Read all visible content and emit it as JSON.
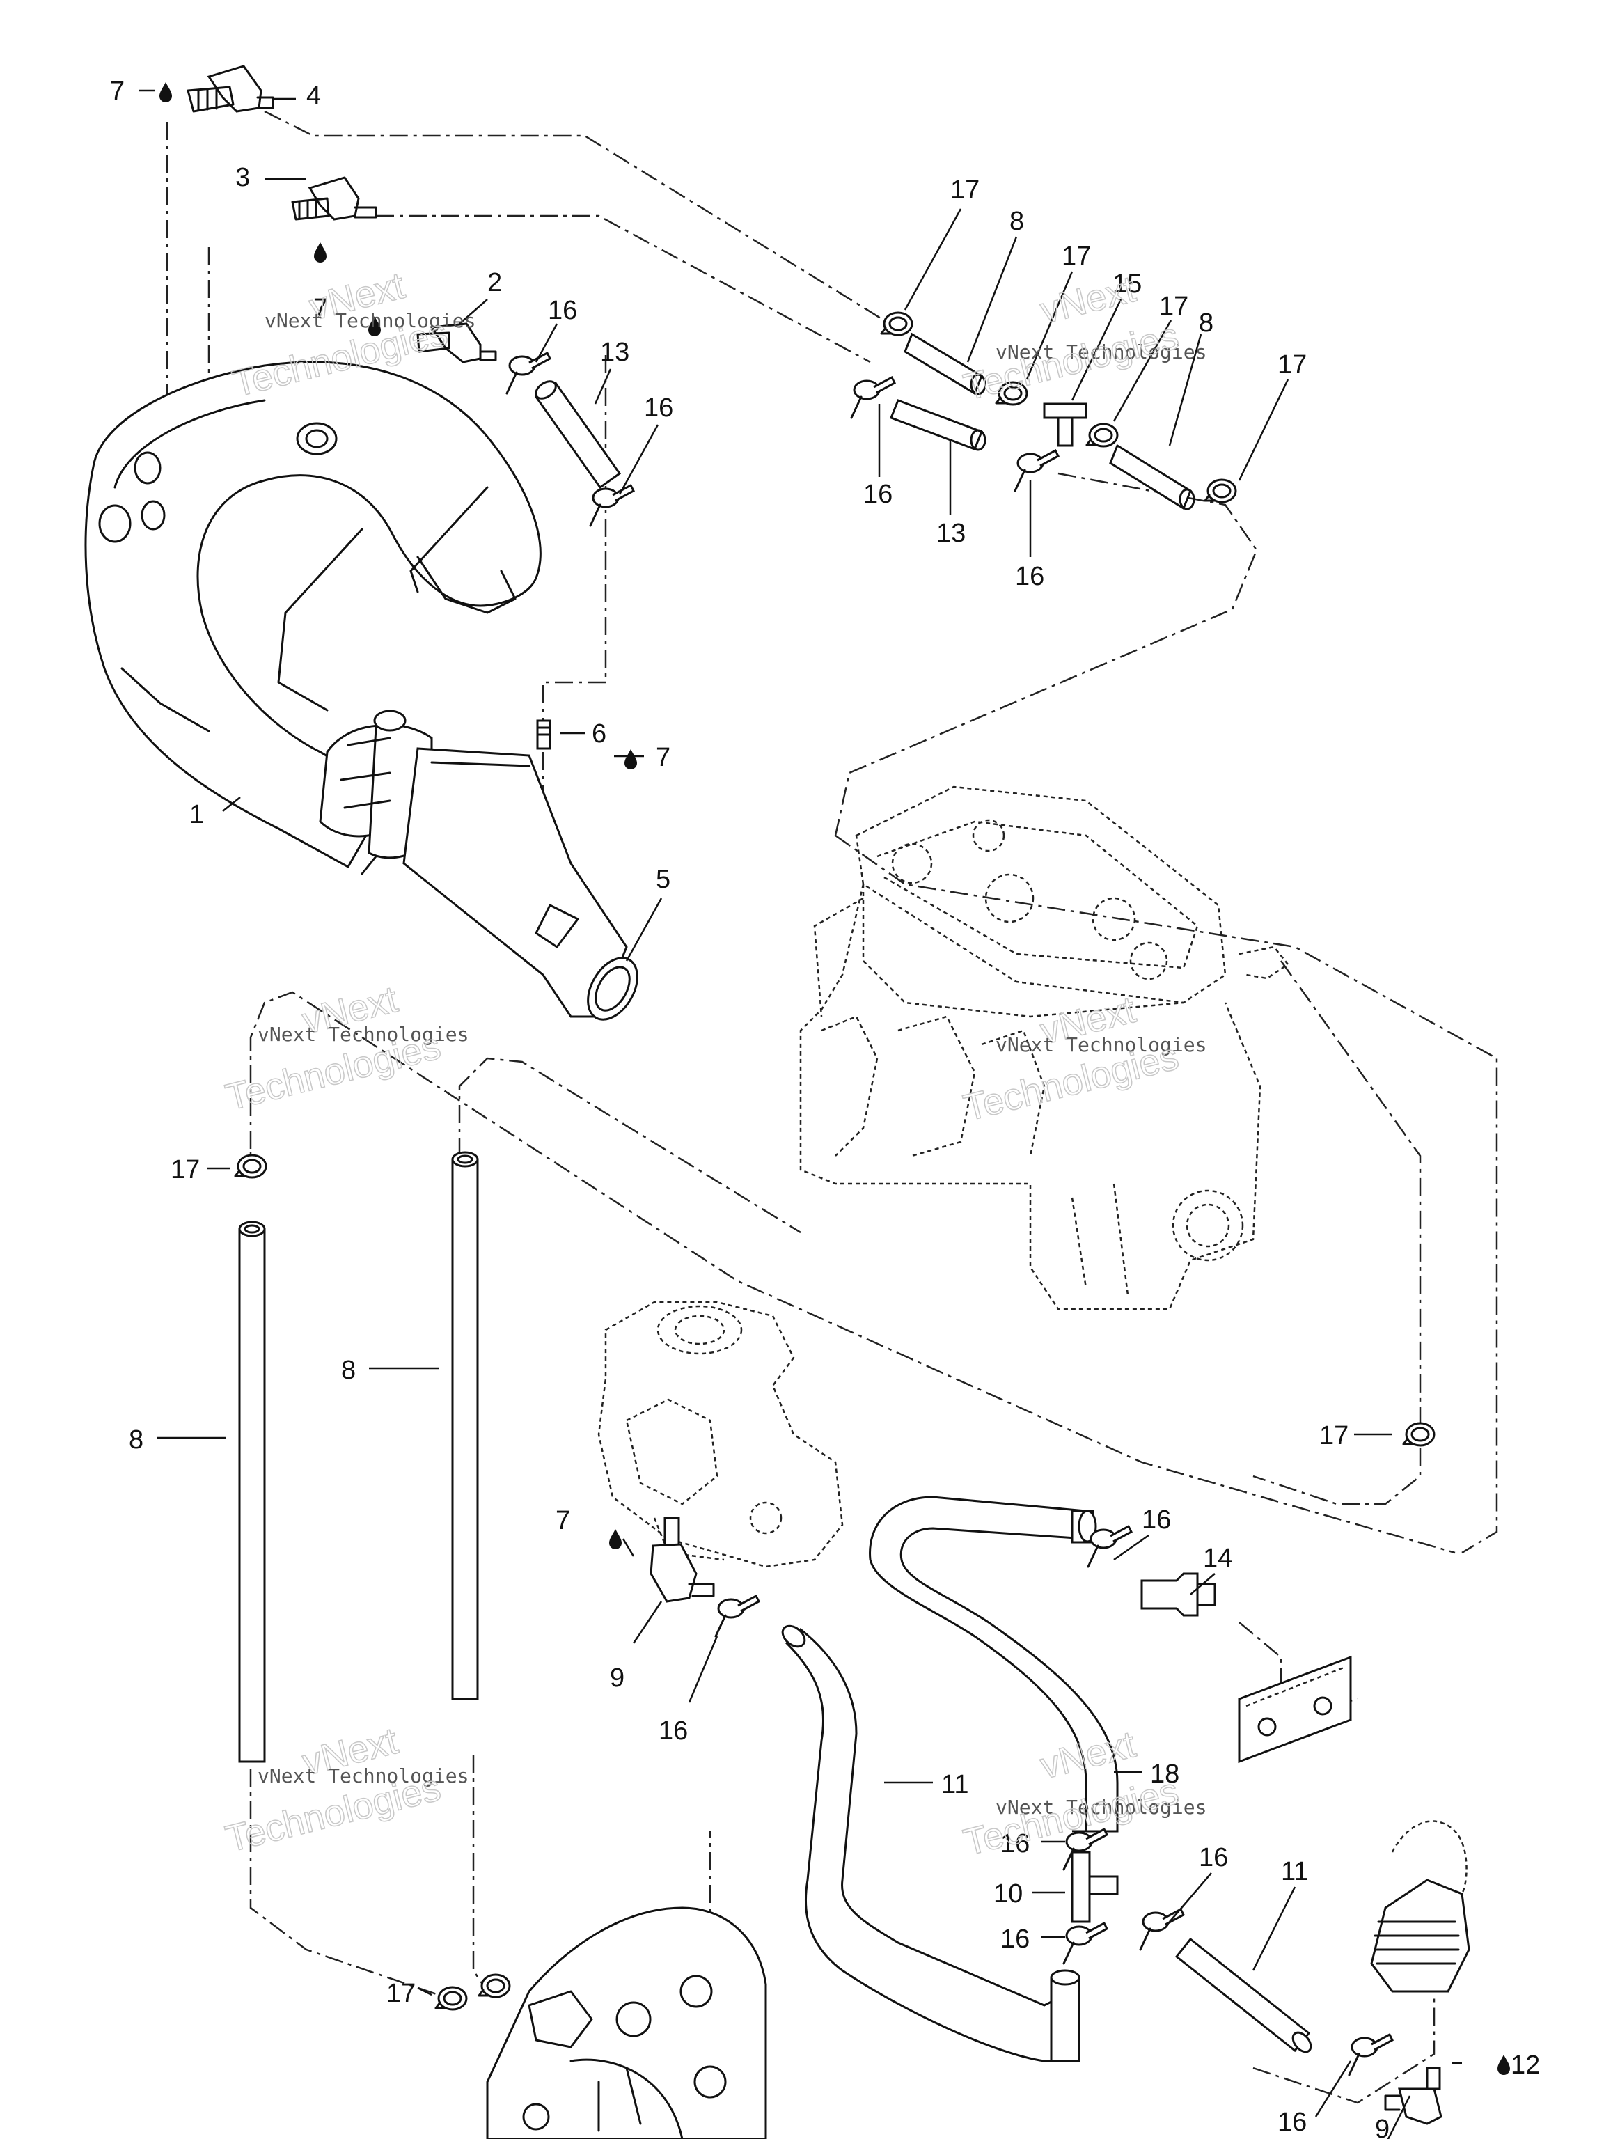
{
  "watermark": {
    "line1": "vNext Technologies",
    "line2": "vNext",
    "line3": "Technologies"
  },
  "callouts": {
    "c1": "1",
    "c2": "2",
    "c3": "3",
    "c4": "4",
    "c5": "5",
    "c6": "6",
    "c7a": "7",
    "c7b": "7",
    "c7c": "7",
    "c7d": "7",
    "c8a": "8",
    "c8b": "8",
    "c8c": "8",
    "c8d": "8",
    "c9a": "9",
    "c9b": "9",
    "c10": "10",
    "c11a": "11",
    "c11b": "11",
    "c12": "12",
    "c13a": "13",
    "c13b": "13",
    "c14": "14",
    "c15": "15",
    "c16a": "16",
    "c16b": "16",
    "c16c": "16",
    "c16d": "16",
    "c16e": "16",
    "c16f": "16",
    "c16g": "16",
    "c16h": "16",
    "c16i": "16",
    "c17a": "17",
    "c17b": "17",
    "c17c": "17",
    "c17d": "17",
    "c17e": "17",
    "c17f": "17",
    "c17g": "17",
    "c18": "18"
  },
  "icons": [
    "sealant-drop-icon"
  ],
  "colors": {
    "line": "#111111",
    "background": "#ffffff",
    "watermark": "#c8c8c8"
  }
}
